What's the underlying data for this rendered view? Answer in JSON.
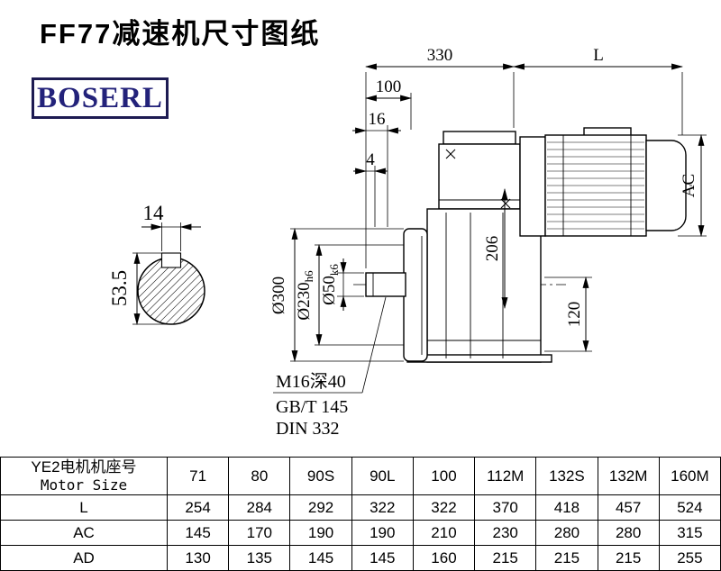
{
  "page": {
    "title": "FF77减速机尺寸图纸",
    "brand": "BOSERL",
    "brand_color": "#23227a"
  },
  "drawing": {
    "dims": {
      "gearbox_length": "330",
      "motor_length": "L",
      "d100": "100",
      "d16": "16",
      "d4": "4",
      "motor_height": "AC",
      "d206": "206",
      "d120": "120",
      "flange_od": "Ø300",
      "spigot": {
        "main": "Ø230",
        "tol": "h6"
      },
      "shaft": {
        "main": "Ø50",
        "tol": "k6"
      },
      "key_width": "14",
      "key_depth": "53.5"
    },
    "notes": [
      "M16深40",
      "GB/T 145",
      "DIN 332"
    ]
  },
  "table": {
    "header_line1": "YE2电机机座号",
    "header_line2": "Motor Size",
    "columns": [
      "71",
      "80",
      "90S",
      "90L",
      "100",
      "112M",
      "132S",
      "132M",
      "160M"
    ],
    "rows": [
      {
        "label": "L",
        "values": [
          "254",
          "284",
          "292",
          "322",
          "322",
          "370",
          "418",
          "457",
          "524"
        ]
      },
      {
        "label": "AC",
        "values": [
          "145",
          "170",
          "190",
          "190",
          "210",
          "230",
          "280",
          "280",
          "315"
        ]
      },
      {
        "label": "AD",
        "values": [
          "130",
          "135",
          "145",
          "145",
          "160",
          "215",
          "215",
          "215",
          "255"
        ]
      }
    ]
  }
}
